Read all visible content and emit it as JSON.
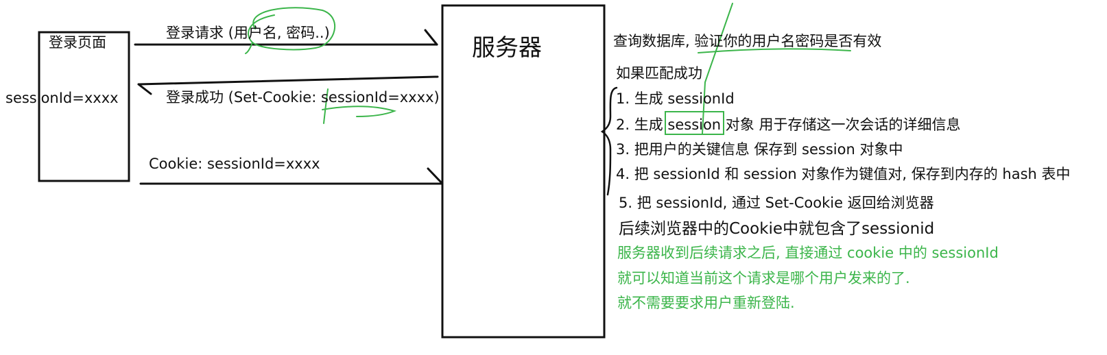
{
  "client": {
    "title": "登录页面",
    "session_label": "sessionId=xxxx"
  },
  "server": {
    "title": "服务器"
  },
  "arrows": {
    "login_request": "登录请求 (用户名, 密码..)",
    "login_success": "登录成功 (Set-Cookie: sessionId=xxxx)",
    "cookie_request": "Cookie: sessionId=xxxx"
  },
  "notes": {
    "query": "查询数据库, 验证你的用户名密码是否有效",
    "if_match": "如果匹配成功",
    "steps": [
      "1. 生成 sessionId",
      "2. 生成 session 对象 用于存储这一次会话的详细信息",
      "3. 把用户的关键信息 保存到 session 对象中",
      "4. 把 sessionId 和 session 对象作为键值对, 保存到内存的 hash 表中",
      "5. 把 sessionId, 通过 Set-Cookie 返回给浏览器"
    ],
    "followup": "后续浏览器中的Cookie中就包含了sessionid",
    "green_lines": [
      "服务器收到后续请求之后, 直接通过 cookie 中的 sessionId",
      "就可以知道当前这个请求是哪个用户发来的了.",
      "就不需要要求用户重新登陆."
    ]
  },
  "colors": {
    "ink": "#111111",
    "annotation_green": "#3bb54a"
  }
}
